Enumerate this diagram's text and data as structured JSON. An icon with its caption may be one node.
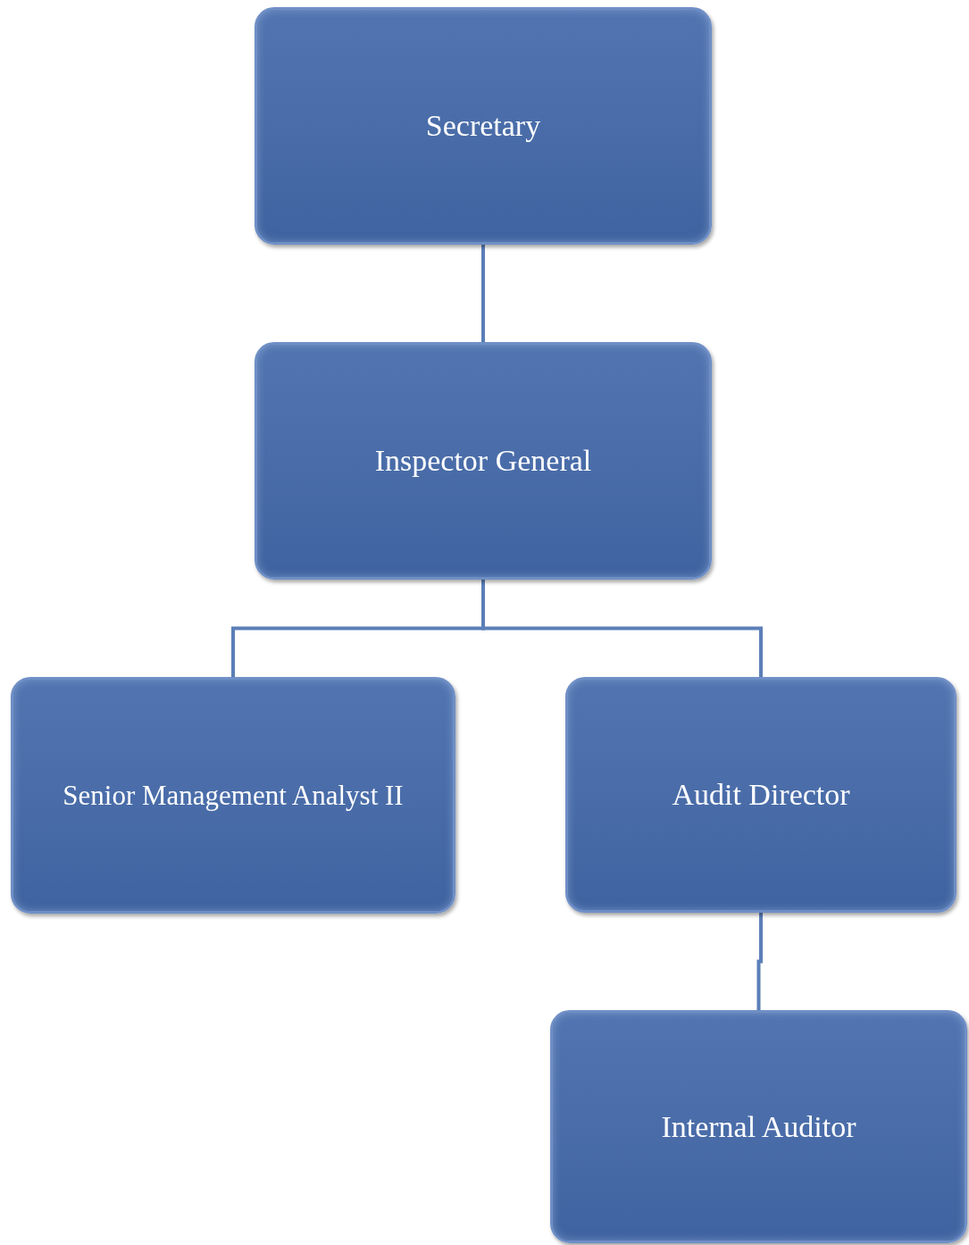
{
  "diagram": {
    "nodes": [
      {
        "text": [
          "Secretary"
        ]
      },
      {
        "text": [
          "Inspector General"
        ]
      },
      {
        "text": [
          "Senior Management Analyst II"
        ]
      },
      {
        "text": [
          "Audit Director"
        ]
      },
      {
        "text": [
          "Internal Auditor"
        ]
      }
    ],
    "edges": [
      {
        "from": 0,
        "to": 1,
        "arrow": "none"
      },
      {
        "from": 1,
        "to": 2,
        "arrow": "none"
      },
      {
        "from": 1,
        "to": 3,
        "arrow": "none"
      },
      {
        "from": 3,
        "to": 4,
        "arrow": "none"
      }
    ]
  }
}
